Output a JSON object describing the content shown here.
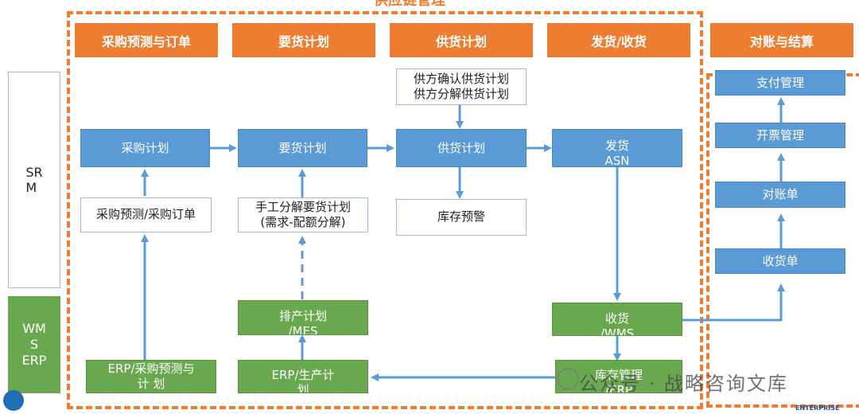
{
  "title": "供应链管理",
  "headers": [
    "采购预测与订单",
    "要货计划",
    "供货计划",
    "发货/收货",
    "对账与结算"
  ],
  "side": {
    "srm": "SR\nM",
    "wms": "WM\nS\nERP"
  },
  "boxes": {
    "supplier_confirm": "供方确认供货计划\n供方分解供货计划",
    "purchase_plan": "采购计划",
    "demand_plan": "要货计划",
    "supply_plan": "供货计划",
    "ship": "发货\nASN",
    "forecast_order": "采购预测/采购订单",
    "manual_split": "手工分解要货计划\n(需求-配额分解)",
    "stock_alert": "库存预警",
    "schedule": "排产计划\n/MES",
    "receive_wms": "收货\n/WMS",
    "erp_forecast": "ERP/采购预测与\n计 划",
    "erp_production": "ERP/生产计\n划",
    "stock_erp": "库存管理\n/ERP",
    "payment": "支付管理",
    "invoice": "开票管理",
    "reconcile": "对账单",
    "receipt": "收货单"
  },
  "watermark": "公众号 · 战略咨询文库",
  "footer": "ENTERPRISE",
  "colors": {
    "orange": "#ee7d31",
    "blue": "#5b9bd5",
    "green": "#6aa84f",
    "arrow": "#5b9bd5"
  }
}
